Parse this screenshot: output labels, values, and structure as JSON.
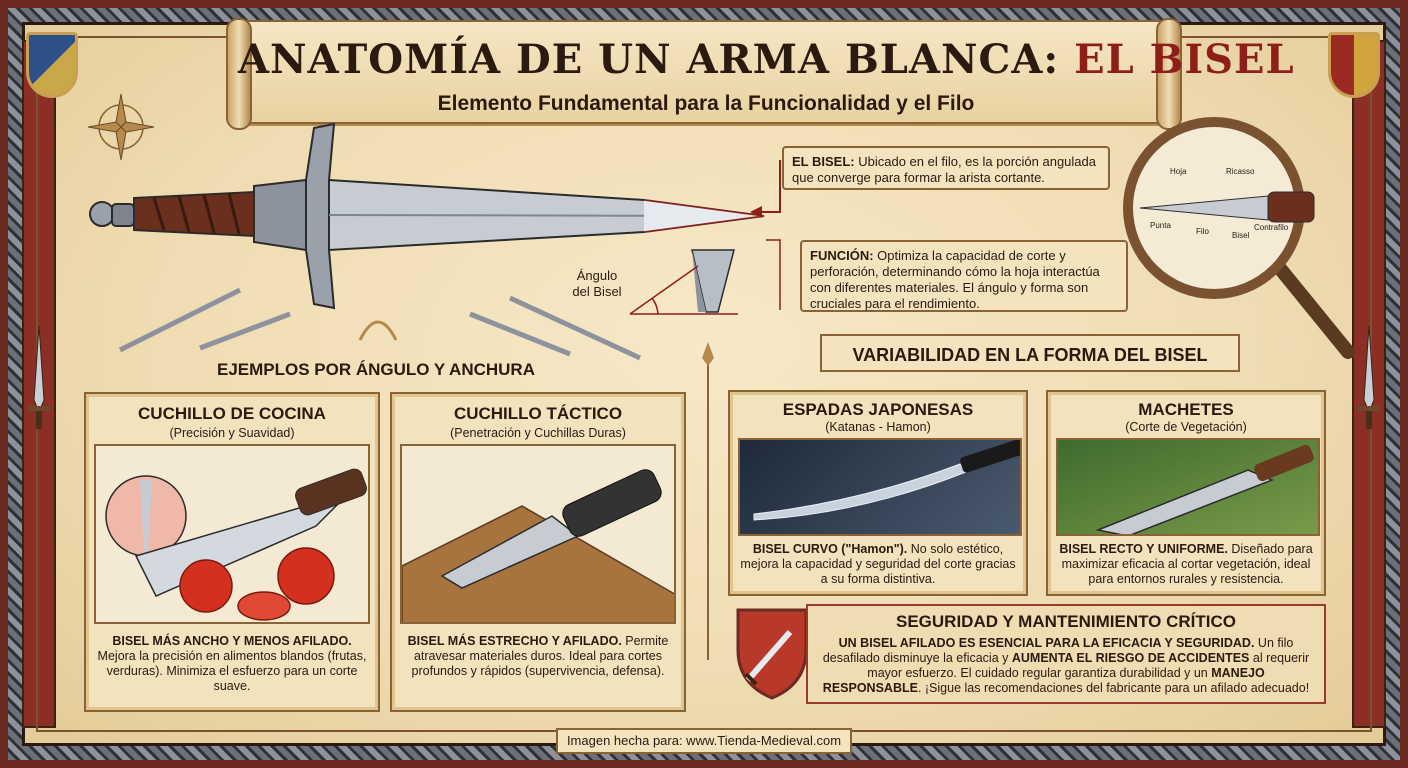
{
  "header": {
    "title_main": "ANATOMÍA DE UN ARMA BLANCA: ",
    "title_accent": "EL BISEL",
    "subtitle": "Elemento Fundamental para la Funcionalidad y el Filo"
  },
  "diagram": {
    "callout_bisel_term": "EL BISEL:",
    "callout_bisel_text": " Ubicado en el filo, es la porción angulada que converge para formar la arista cortante.",
    "callout_funcion_term": "FUNCIÓN:",
    "callout_funcion_text": " Optimiza la capacidad de corte y perforación, determinando cómo la hoja interactúa con diferentes materiales. El ángulo y forma son cruciales para el rendimiento.",
    "angle_label_line1": "Ángulo",
    "angle_label_line2": "del Bisel"
  },
  "magnifier": {
    "labels": [
      "Hoja",
      "Ricasso",
      "Filo",
      "Bisel",
      "Contrafilo",
      "Punta"
    ]
  },
  "sections": {
    "examples_heading": "EJEMPLOS POR ÁNGULO Y ANCHURA",
    "variability_heading": "VARIABILIDAD EN LA FORMA DEL BISEL"
  },
  "cards": [
    {
      "title": "CUCHILLO DE COCINA",
      "subtitle": "(Precisión y Suavidad)",
      "text_bold": "BISEL MÁS ANCHO Y MENOS AFILADO.",
      "text": " Mejora la precisión en alimentos blandos (frutas, verduras). Minimiza el esfuerzo para un corte suave."
    },
    {
      "title": "CUCHILLO TÁCTICO",
      "subtitle": "(Penetración y Cuchillas Duras)",
      "text_bold": "BISEL MÁS ESTRECHO Y AFILADO.",
      "text": " Permite atravesar materiales duros. Ideal para cortes profundos y rápidos (supervivencia, defensa)."
    },
    {
      "title": "ESPADAS JAPONESAS",
      "subtitle": "(Katanas - Hamon)",
      "text_bold": "BISEL CURVO (\"Hamon\").",
      "text": " No solo estético, mejora la capacidad y seguridad del corte gracias a su forma distintiva."
    },
    {
      "title": "MACHETES",
      "subtitle": "(Corte de Vegetación)",
      "text_bold": "BISEL RECTO Y UNIFORME.",
      "text": " Diseñado para maximizar eficacia al cortar vegetación, ideal para entornos rurales y resistencia."
    }
  ],
  "safety": {
    "heading": "SEGURIDAD Y MANTENIMIENTO CRÍTICO",
    "text_bold1": "UN BISEL AFILADO ES ESENCIAL PARA LA EFICACIA Y SEGURIDAD.",
    "text1": " Un filo desafilado disminuye la eficacia y ",
    "text_bold2": "AUMENTA EL RIESGO DE ACCIDENTES",
    "text2": " al requerir mayor esfuerzo. El cuidado regular garantiza durabilidad y un ",
    "text_bold3": "MANEJO RESPONSABLE",
    "text3": ". ¡Sigue las recomendaciones del fabricante para un afilado adecuado!"
  },
  "footer": {
    "credit": "Imagen hecha para: www.Tienda-Medieval.com"
  },
  "colors": {
    "parchment": "#efdcb2",
    "border_red": "#8b2f26",
    "ink": "#2a1a10",
    "accent_red": "#8e1f18",
    "bronze": "#8a6234"
  }
}
